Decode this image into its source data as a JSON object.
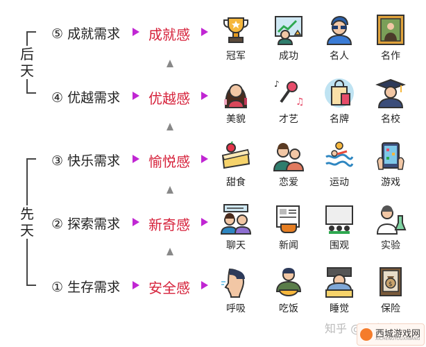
{
  "groups": {
    "acquired": "后天",
    "innate": "先天"
  },
  "levels": [
    {
      "number": "⑤",
      "need": "成就需求",
      "feeling": "成就感",
      "icons": [
        {
          "name": "trophy-icon",
          "label": "冠军"
        },
        {
          "name": "success-icon",
          "label": "成功"
        },
        {
          "name": "celebrity-icon",
          "label": "名人"
        },
        {
          "name": "masterpiece-icon",
          "label": "名作"
        }
      ]
    },
    {
      "number": "④",
      "need": "优越需求",
      "feeling": "优越感",
      "icons": [
        {
          "name": "beauty-icon",
          "label": "美貌"
        },
        {
          "name": "talent-icon",
          "label": "才艺"
        },
        {
          "name": "brand-icon",
          "label": "名牌"
        },
        {
          "name": "university-icon",
          "label": "名校"
        }
      ]
    },
    {
      "number": "③",
      "need": "快乐需求",
      "feeling": "愉悦感",
      "icons": [
        {
          "name": "dessert-icon",
          "label": "甜食"
        },
        {
          "name": "romance-icon",
          "label": "恋爱"
        },
        {
          "name": "sports-icon",
          "label": "运动"
        },
        {
          "name": "game-icon",
          "label": "游戏"
        }
      ]
    },
    {
      "number": "②",
      "need": "探索需求",
      "feeling": "新奇感",
      "icons": [
        {
          "name": "chat-icon",
          "label": "聊天"
        },
        {
          "name": "news-icon",
          "label": "新闻"
        },
        {
          "name": "spectate-icon",
          "label": "围观"
        },
        {
          "name": "experiment-icon",
          "label": "实验"
        }
      ]
    },
    {
      "number": "①",
      "need": "生存需求",
      "feeling": "安全感",
      "icons": [
        {
          "name": "breathing-icon",
          "label": "呼吸"
        },
        {
          "name": "eating-icon",
          "label": "吃饭"
        },
        {
          "name": "sleeping-icon",
          "label": "睡觉"
        },
        {
          "name": "insurance-icon",
          "label": "保险"
        }
      ]
    }
  ],
  "watermark": {
    "text": "知乎 @小小冰雨",
    "site_name": "西城游戏网",
    "site_url": "XICHENGYOUXIWANG"
  }
}
